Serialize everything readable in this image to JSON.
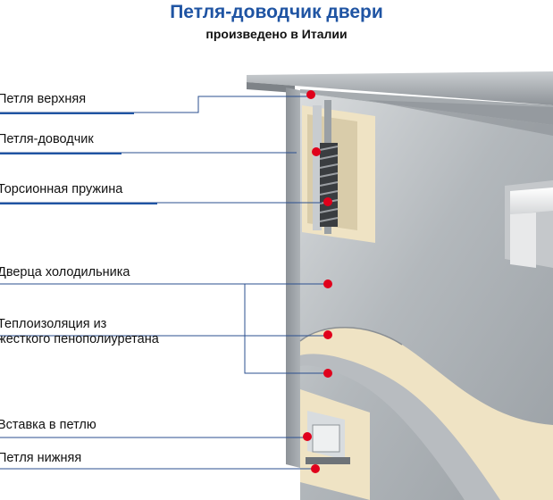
{
  "header": {
    "title": "Петля-доводчик двери",
    "subtitle": "произведено в Италии"
  },
  "labels": [
    {
      "id": "top-hinge",
      "text": "Петля верхняя"
    },
    {
      "id": "closer-hinge",
      "text": "Петля-доводчик"
    },
    {
      "id": "torsion-spring",
      "text": "Торсионная пружина"
    },
    {
      "id": "fridge-door",
      "text": "Дверца холодильника"
    },
    {
      "id": "insulation",
      "text": "Теплоизоляция из\nжесткого пенополиуретана"
    },
    {
      "id": "hinge-insert",
      "text": "Вставка в петлю"
    },
    {
      "id": "bottom-hinge",
      "text": "Петля нижняя"
    }
  ],
  "colors": {
    "title": "#1f54a3",
    "leader_line": "#2b4f8f",
    "marker": "#e0001b",
    "steel": "#b8bcc0",
    "foam": "#efe3c4"
  }
}
